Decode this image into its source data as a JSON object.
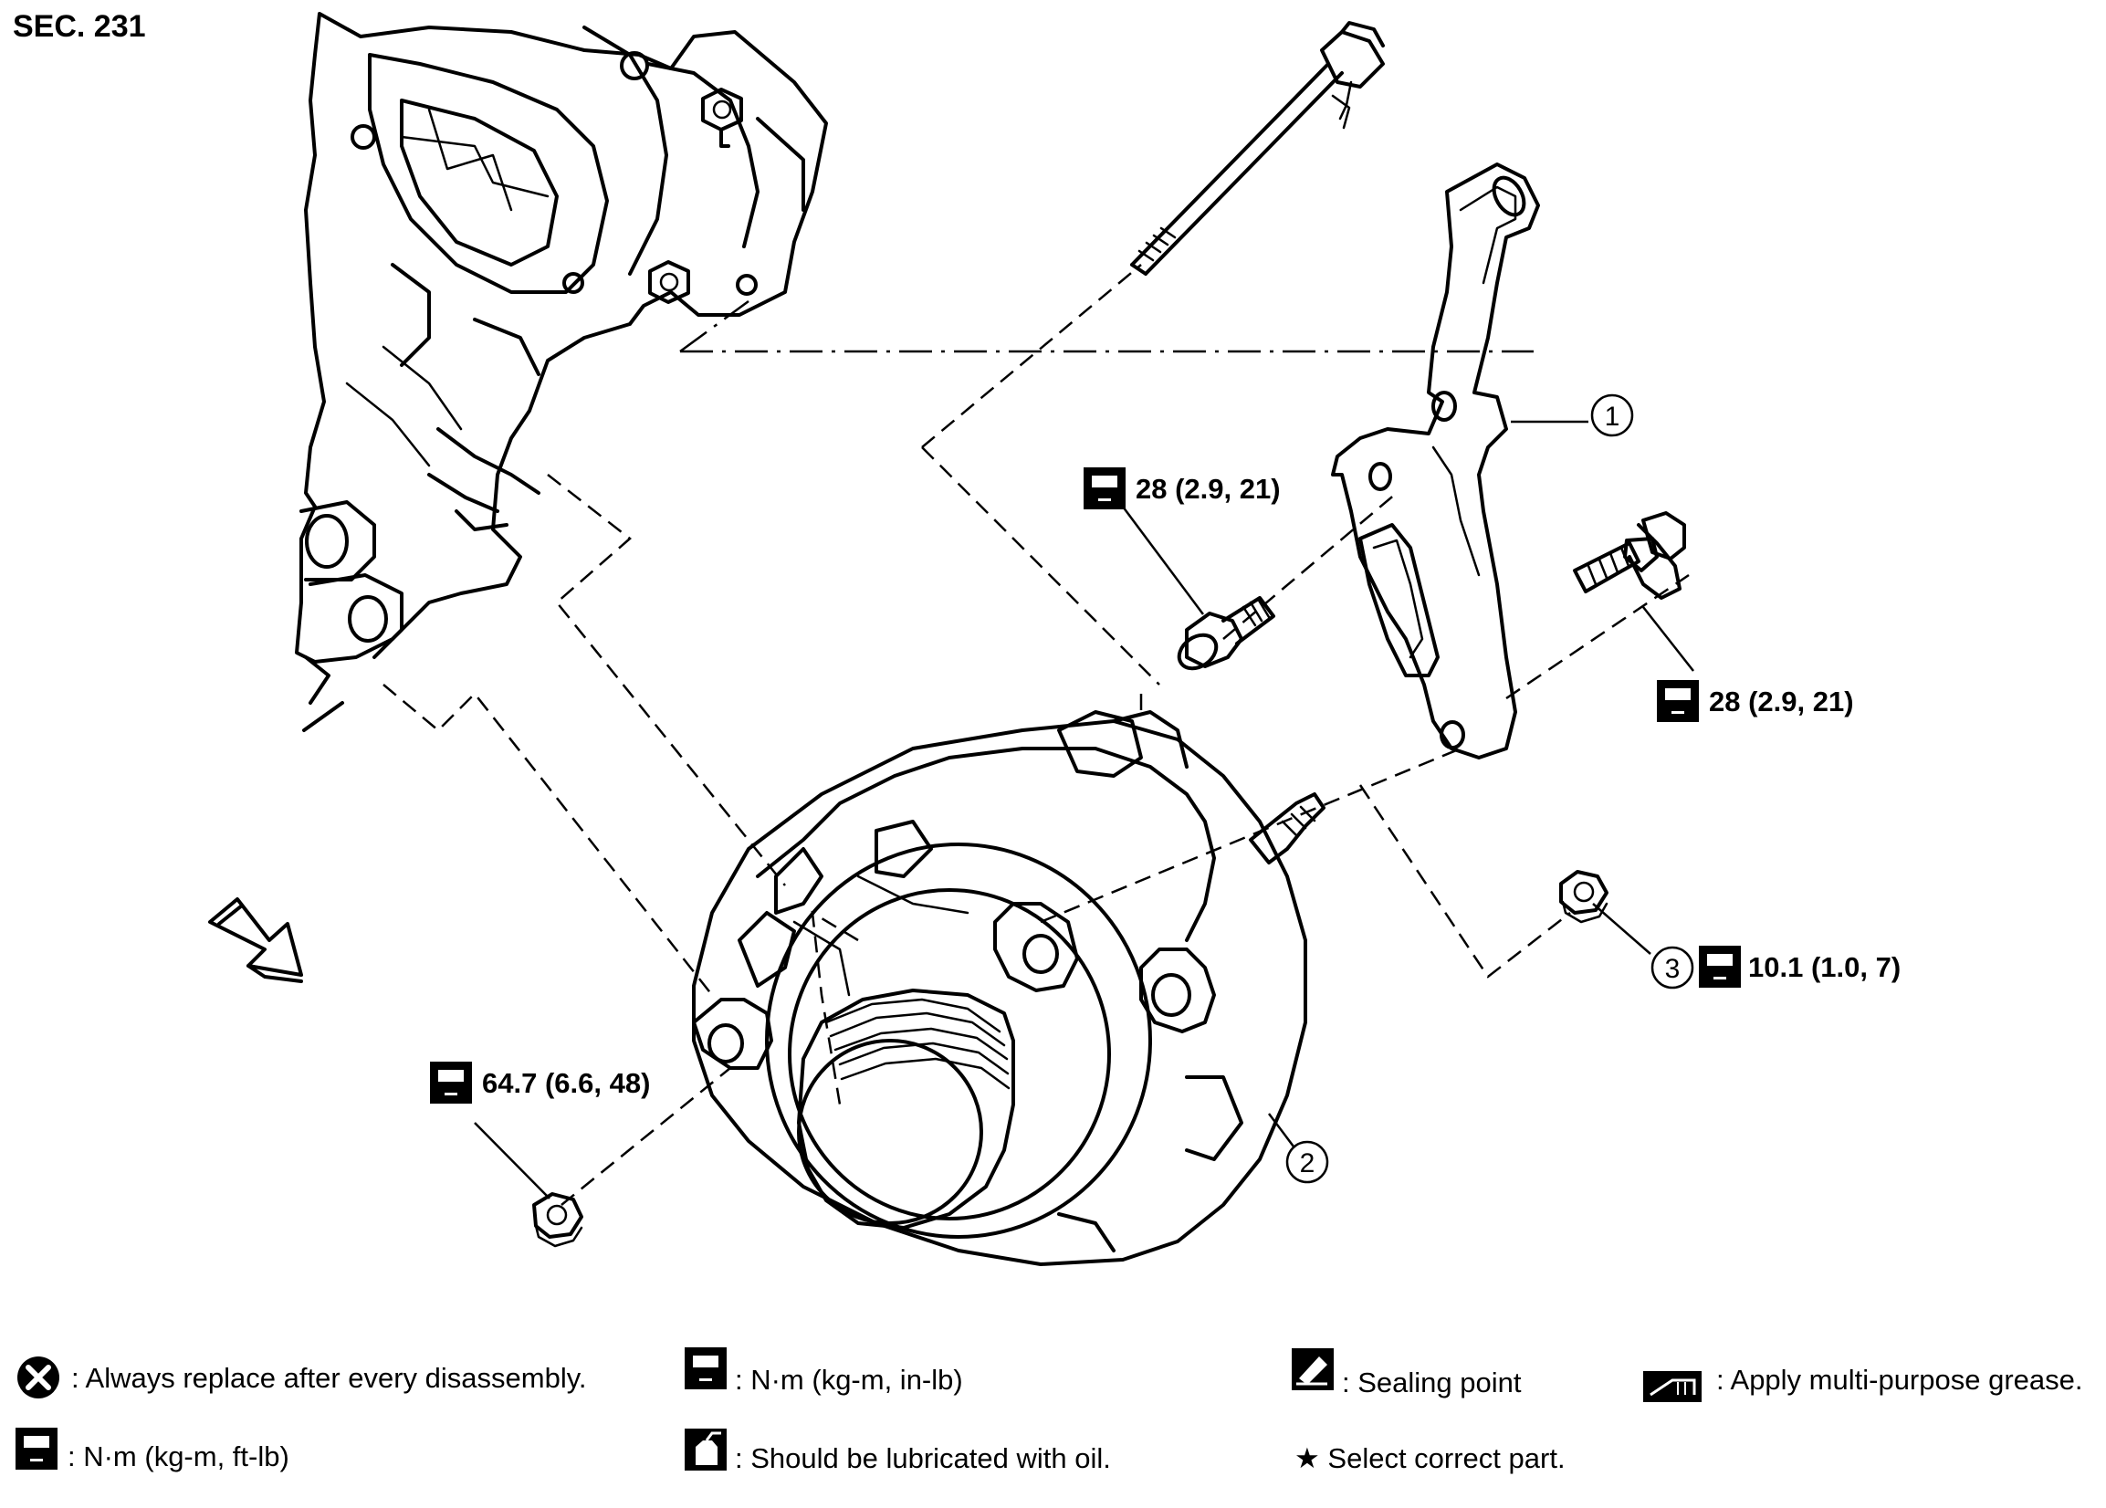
{
  "section_label": "SEC. 231",
  "callouts": {
    "bracket": "1",
    "alternator": "2",
    "nut": "3"
  },
  "torques": {
    "bracket_bolt_upper": "28 (2.9, 21)",
    "bracket_bolt_right": "28 (2.9, 21)",
    "nut_upper": "10.1 (1.0, 7)",
    "nut_lower": "64.7 (6.6, 48)"
  },
  "legend": {
    "replace": ": Always replace after every disassembly.",
    "torque_inlb": ": N·m (kg-m, in-lb)",
    "sealing": ": Sealing point",
    "grease": ": Apply multi-purpose grease.",
    "torque_ftlb": ": N·m (kg-m, ft-lb)",
    "oil": ": Should be lubricated with oil.",
    "select": "★ Select correct part."
  },
  "icons": {
    "replace": "x-circle-icon",
    "torque": "wrench-icon",
    "sealing": "sealant-tube-icon",
    "grease": "grease-gun-icon",
    "oil": "oil-can-icon",
    "front": "front-arrow-icon"
  }
}
